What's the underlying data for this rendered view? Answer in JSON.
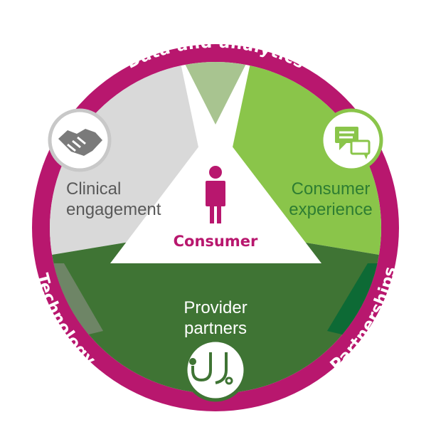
{
  "ring": {
    "top_label": "Data and analytics",
    "left_label": "Technology",
    "right_label": "Partnerships"
  },
  "segments": {
    "clinical": {
      "line1": "Clinical",
      "line2": "engagement",
      "icon": "handshake-icon"
    },
    "consumer_experience": {
      "line1": "Consumer",
      "line2": "experience",
      "icon": "chat-bubbles-icon"
    },
    "provider": {
      "line1": "Provider",
      "line2": "partners",
      "icon": "stethoscope-icon"
    }
  },
  "center": {
    "label": "Consumer",
    "icon": "person-icon"
  },
  "colors": {
    "ring": "#b8176e",
    "clinical": "#d9d9d9",
    "clinical_dark": "#6e8566",
    "consumer_light": "#8ac54a",
    "consumer_light_faded": "#a8c490",
    "provider": "#3f7434",
    "provider_dark": "#0d6a35",
    "center": "#ffffff",
    "clinical_text": "#595959",
    "consumer_text": "#2e7d32",
    "provider_text": "#ffffff",
    "center_text": "#b8176e"
  }
}
